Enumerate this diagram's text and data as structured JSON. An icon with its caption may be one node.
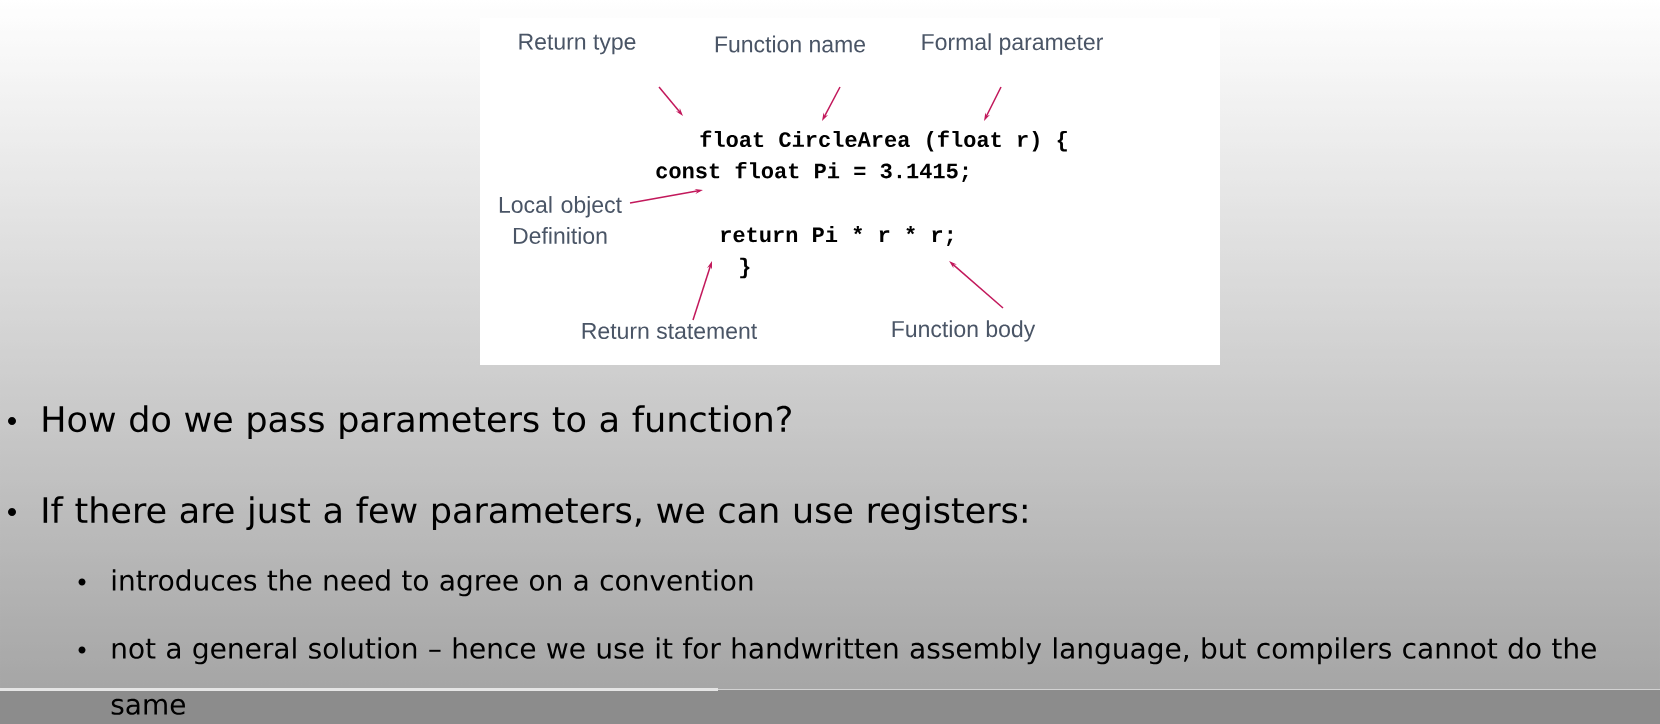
{
  "diagram": {
    "nodes": [
      {
        "text": [
          "Return type"
        ]
      },
      {
        "text": [
          "Function name"
        ]
      },
      {
        "text": [
          "Formal parameter"
        ]
      },
      {
        "text": [
          "float CircleArea (float r) {"
        ]
      },
      {
        "text": [
          "const float Pi = 3.1415;"
        ]
      },
      {
        "text": [
          "Local object Definition"
        ]
      },
      {
        "text": [
          "return Pi * r * r;"
        ]
      },
      {
        "text": [
          "}"
        ]
      },
      {
        "text": [
          "Return statement"
        ]
      },
      {
        "text": [
          "Function body"
        ]
      }
    ],
    "edges": [
      {
        "from": 0,
        "to": 3,
        "arrow": "to"
      },
      {
        "from": 1,
        "to": 3,
        "arrow": "to"
      },
      {
        "from": 2,
        "to": 3,
        "arrow": "to"
      },
      {
        "from": 5,
        "to": 4,
        "arrow": "to"
      },
      {
        "from": 8,
        "to": 6,
        "arrow": "to"
      },
      {
        "from": 9,
        "to": 6,
        "arrow": "to"
      }
    ],
    "labels": [
      "How do we pass parameters to a function?",
      "If there are just a few parameters, we can use registers:",
      "introduces the need to agree on a convention",
      "not a general solution – hence we use it for handwritten assembly language, but compilers cannot do the same"
    ]
  }
}
